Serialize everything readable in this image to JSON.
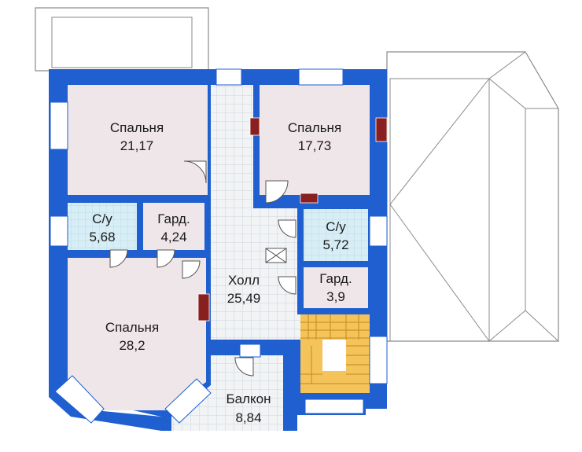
{
  "rooms": {
    "bedroom_1": {
      "name": "Спальня",
      "area": "21,17"
    },
    "bedroom_2": {
      "name": "Спальня",
      "area": "17,73"
    },
    "bedroom_3": {
      "name": "Спальня",
      "area": "28,2"
    },
    "bath_1": {
      "name": "С/у",
      "area": "5,68"
    },
    "bath_2": {
      "name": "С/у",
      "area": "5,72"
    },
    "wardrobe_1": {
      "name": "Гард.",
      "area": "4,24"
    },
    "wardrobe_2": {
      "name": "Гард.",
      "area": "3,9"
    },
    "hall": {
      "name": "Холл",
      "area": "25,49"
    },
    "balcony": {
      "name": "Балкон",
      "area": "8,84"
    }
  },
  "colors": {
    "wall": "#1f5fd0",
    "bedroom_floor": "#efe6ea",
    "bath_floor": "#d7eef6",
    "wardrobe_floor": "#efe6ea",
    "tile_floor": "#f1f3f5",
    "tile_line": "#c6ccd6",
    "stair": "#f4c35a",
    "chimney": "#8a1f1f",
    "roof_line": "#8a8a8a"
  }
}
